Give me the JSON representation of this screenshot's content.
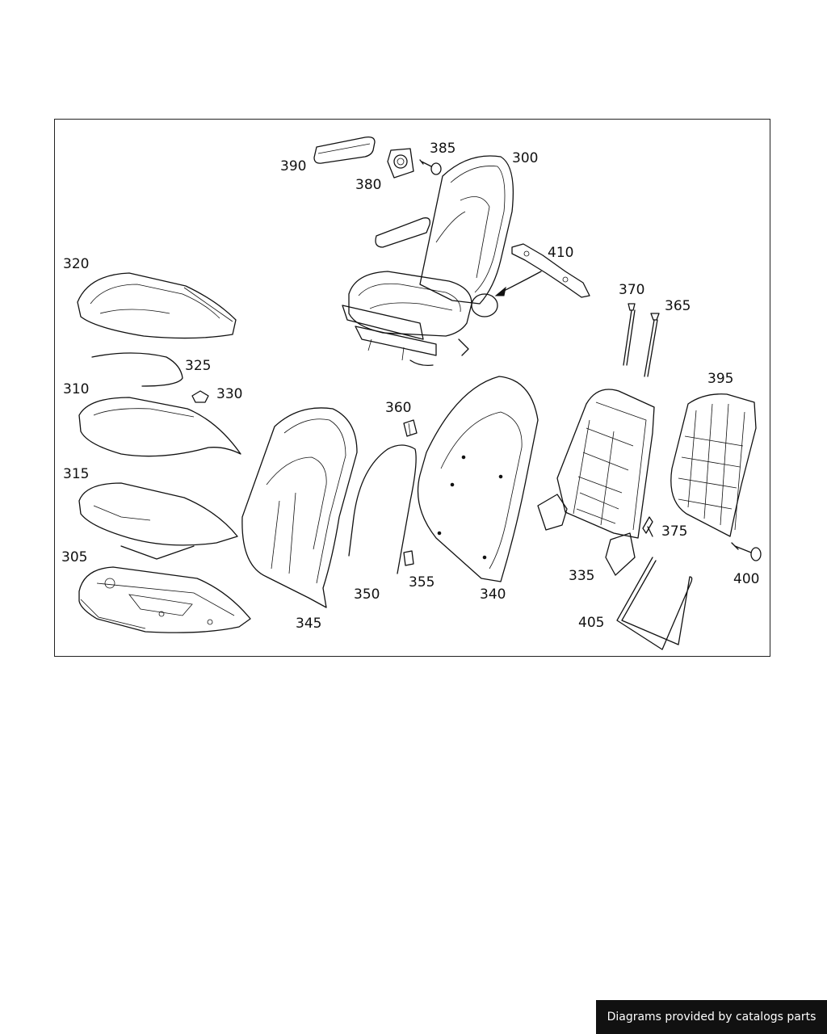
{
  "diagram": {
    "callouts": {
      "c300": "300",
      "c305": "305",
      "c310": "310",
      "c315": "315",
      "c320": "320",
      "c325": "325",
      "c330": "330",
      "c335": "335",
      "c340": "340",
      "c345": "345",
      "c350": "350",
      "c355": "355",
      "c360": "360",
      "c365": "365",
      "c370": "370",
      "c375": "375",
      "c380": "380",
      "c385": "385",
      "c390": "390",
      "c395": "395",
      "c400": "400",
      "c405": "405",
      "c410": "410"
    }
  },
  "footer": {
    "credit": "Diagrams provided by catalogs parts"
  }
}
